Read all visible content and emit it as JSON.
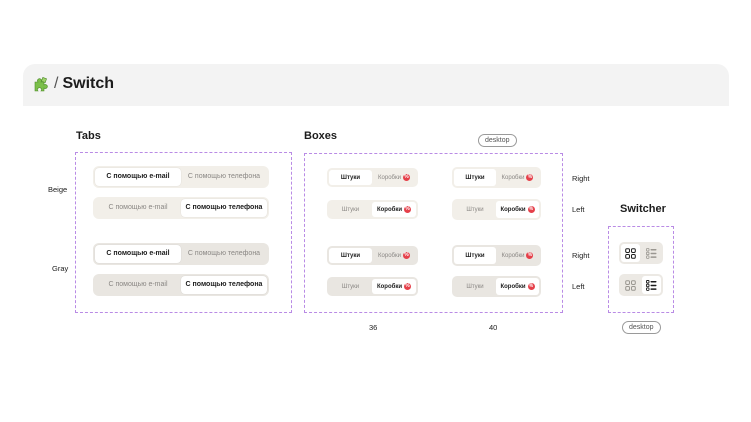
{
  "header": {
    "separator": "/",
    "title": "Switch"
  },
  "sections": {
    "tabs": "Tabs",
    "boxes": "Boxes",
    "switcher": "Switcher"
  },
  "row_labels": {
    "beige": "Beige",
    "gray": "Gray"
  },
  "align_labels": {
    "right": "Right",
    "left": "Left"
  },
  "platform_tags": {
    "boxes": "desktop",
    "switcher": "desktop"
  },
  "size_labels": {
    "small": "36",
    "large": "40"
  },
  "tabs": {
    "email": "С помощью e-mail",
    "phone": "С помощью телефона"
  },
  "boxes": {
    "pieces": "Штуки",
    "cartons": "Коробки",
    "badge": "%"
  },
  "colors": {
    "dashed_border": "#b98be5",
    "beige_bg": "#f2efe9",
    "gray_bg": "#e9e6e1",
    "badge_red": "#e5404a"
  },
  "icons": {
    "header": "puzzle-icon",
    "switcher_grid": "grid-view-icon",
    "switcher_list": "list-view-icon"
  }
}
